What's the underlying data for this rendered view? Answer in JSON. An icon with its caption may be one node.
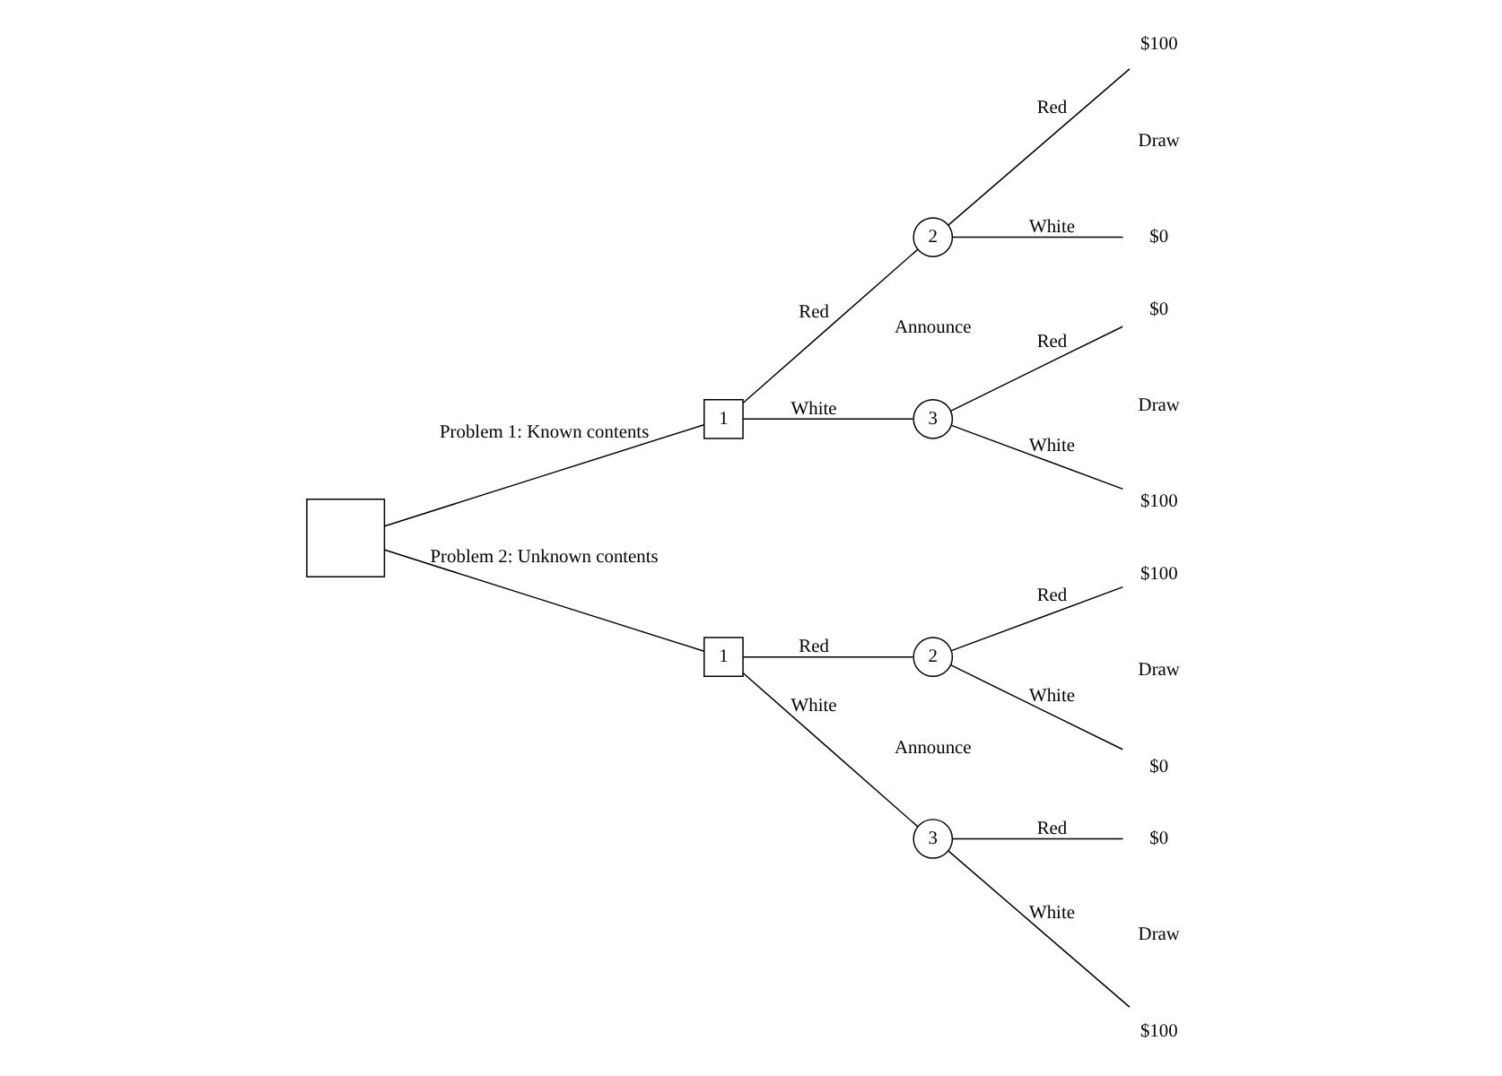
{
  "diagram": {
    "nodes": [
      {
        "text": [],
        "shape": "box"
      },
      {
        "text": [
          "1"
        ]
      },
      {
        "text": [
          "2"
        ]
      },
      {
        "text": [
          "$100"
        ]
      },
      {
        "text": [
          "$0"
        ]
      },
      {
        "text": [
          "3"
        ]
      },
      {
        "text": [
          "$0"
        ]
      },
      {
        "text": [
          "$100"
        ]
      },
      {
        "text": [
          "1"
        ]
      },
      {
        "text": [
          "2"
        ]
      },
      {
        "text": [
          "$100"
        ]
      },
      {
        "text": [
          "$0"
        ]
      },
      {
        "text": [
          "3"
        ]
      },
      {
        "text": [
          "$0"
        ]
      },
      {
        "text": [
          "$100"
        ]
      }
    ],
    "edges": [
      {
        "from": 0,
        "to": 1,
        "arrow": "none",
        "label": "Problem 1: Known contents"
      },
      {
        "from": 1,
        "to": 2,
        "arrow": "none",
        "label": "Red"
      },
      {
        "from": 2,
        "to": 3,
        "arrow": "none",
        "label": "Red"
      },
      {
        "from": 2,
        "to": 4,
        "arrow": "none",
        "label": "White"
      },
      {
        "from": 1,
        "to": 5,
        "arrow": "none",
        "label": "White"
      },
      {
        "from": 5,
        "to": 6,
        "arrow": "none",
        "label": "Red"
      },
      {
        "from": 5,
        "to": 7,
        "arrow": "none",
        "label": "White"
      },
      {
        "from": 0,
        "to": 8,
        "arrow": "none",
        "label": "Problem 2: Unknown contents"
      },
      {
        "from": 8,
        "to": 9,
        "arrow": "none",
        "label": "Red"
      },
      {
        "from": 9,
        "to": 10,
        "arrow": "none",
        "label": "Red"
      },
      {
        "from": 9,
        "to": 11,
        "arrow": "none",
        "label": "White"
      },
      {
        "from": 8,
        "to": 12,
        "arrow": "none",
        "label": "White"
      },
      {
        "from": 12,
        "to": 13,
        "arrow": "none",
        "label": "Red"
      },
      {
        "from": 12,
        "to": 14,
        "arrow": "none",
        "label": "White"
      }
    ],
    "labels": [
      "Announce",
      "Draw",
      "Draw",
      "Announce",
      "Draw",
      "Draw"
    ]
  }
}
